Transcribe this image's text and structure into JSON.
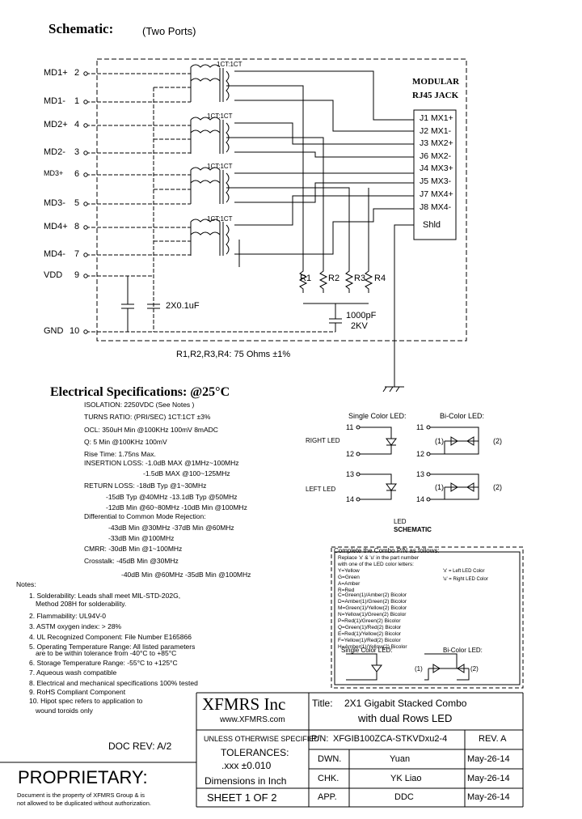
{
  "schematic": {
    "title": "Schematic:",
    "subtitle": "(Two Ports)",
    "jack_title_1": "MODULAR",
    "jack_title_2": "RJ45 JACK",
    "pins_left": [
      {
        "name": "MD1+",
        "num": "2"
      },
      {
        "name": "MD1-",
        "num": "1"
      },
      {
        "name": "MD2+",
        "num": "4"
      },
      {
        "name": "MD2-",
        "num": "3"
      },
      {
        "name": "MD3+",
        "num": "6"
      },
      {
        "name": "MD3-",
        "num": "5"
      },
      {
        "name": "MD4+",
        "num": "8"
      },
      {
        "name": "MD4-",
        "num": "7"
      },
      {
        "name": "VDD",
        "num": "9"
      },
      {
        "name": "GND",
        "num": "10"
      }
    ],
    "jack_pins": [
      "J1 MX1+",
      "J2 MX1-",
      "J3 MX2+",
      "J6 MX2-",
      "J4 MX3+",
      "J5 MX3-",
      "J7 MX4+",
      "J8 MX4-"
    ],
    "shield": "Shld",
    "transformer_labels": [
      "1CT:1CT",
      "1CT:1CT",
      "1CT:1CT",
      "1CT:1CT"
    ],
    "resistors": [
      "R1",
      "R2",
      "R3",
      "R4"
    ],
    "cap_label": "2X0.1uF",
    "hv_cap_1": "1000pF",
    "hv_cap_2": "2KV",
    "resistor_note": "R1,R2,R3,R4: 75 Ohms ±1%"
  },
  "electrical": {
    "title": "Electrical Specifications: @25°C",
    "lines": [
      "ISOLATION: 2250VDC (See Notes )",
      "TURNS RATIO: (PRI/SEC) 1CT:1CT ±3%",
      "OCL: 350uH Min @100KHz 100mV 8mADC",
      "Q: 5 Min @100KHz 100mV",
      "Rise Time: 1.75ns Max.",
      "INSERTION LOSS: -1.0dB MAX @1MHz~100MHz",
      "-1.5dB MAX @100~125MHz",
      "RETURN LOSS: -18dB Typ @1~30MHz",
      "-15dB Typ @40MHz -13.1dB Typ @50MHz",
      "-12dB Min @60~80MHz -10dB Min @100MHz",
      "Differential to Common Mode Rejection:",
      "-43dB Min @30MHz -37dB Min @60MHz",
      "-33dB Min @100MHz",
      "CMRR: -30dB Min @1~100MHz",
      "Crosstalk: -45dB Min @30MHz",
      "-40dB Min @60MHz -35dB Min @100MHz"
    ]
  },
  "notes": {
    "title": "Notes:",
    "lines": [
      "1. Solderability: Leads shall meet MIL-STD-202G,",
      "Method 208H for solderability.",
      "2. Flammability: UL94V-0",
      "3. ASTM oxygen index: > 28%",
      "4. UL Recognized Component: File Number E165866",
      "5. Operating Temperature Range: All listed parameters",
      "are to be within tolerance from -40°C to +85°C",
      "6. Storage Temperature Range: -55°C to +125°C",
      "7. Aqueous wash compatible",
      "8. Electrical and mechanical specifications 100% tested",
      "9. RoHS Compliant Component",
      "10. Hipot spec refers to application to",
      "wound toroids only"
    ]
  },
  "led": {
    "single_title": "Single Color LED:",
    "bicolor_title": "Bi-Color LED:",
    "right_led": "RIGHT LED",
    "left_led": "LEFT LED",
    "pins": [
      "11",
      "12",
      "13",
      "14"
    ],
    "bicolor_1": "(1)",
    "bicolor_2": "(2)",
    "schematic_title_1": "LED",
    "schematic_title_2": "SCHEMATIC"
  },
  "combo": {
    "title": "Complete the Combo P/N as follows:",
    "lines": [
      "Replace 'x' & 'u' in the part number",
      "with one of the LED color letters:",
      "Y=Yellow",
      "G=Green",
      "A=Amber",
      "R=Red",
      "C=Green(1)/Amber(2) Bicolor",
      "D=Amber(1)/Green(2) Bicolor",
      "M=Green(1)/Yellow(2) Bicolor",
      "N=Yellow(1)/Green(2) Bicolor",
      "P=Red(1)/Green(2) Bicolor",
      "Q=Green(1)/Red(2) Bicolor",
      "E=Red(1)/Yellow(2) Bicolor",
      "F=Yellow(1)/Red(2) Bicolor",
      "H=Amber(1)/Yellow(2) Bicolor"
    ],
    "x_note": "'x' = Left LED Color",
    "u_note": "'u' = Right LED Color",
    "single_title": "Single Color LED:",
    "bicolor_title": "Bi-Color LED:",
    "bicolor_1": "(1)",
    "bicolor_2": "(2)"
  },
  "title_block": {
    "company": "XFMRS Inc",
    "website": "www.XFMRS.com",
    "title_label": "Title:",
    "title_1": "2X1 Gigabit Stacked Combo",
    "title_2": "with dual Rows LED",
    "unless": "UNLESS OTHERWISE SPECIFIED",
    "tolerances": "TOLERANCES:",
    "tol_value": ".xxx ±0.010",
    "dimensions": "Dimensions in Inch",
    "pn_label": "P/N:",
    "pn": "XFGIB100ZCA-STKVDxu2-4",
    "rev": "REV. A",
    "dwn_label": "DWN.",
    "dwn": "Yuan",
    "dwn_date": "May-26-14",
    "chk_label": "CHK.",
    "chk": "YK Liao",
    "chk_date": "May-26-14",
    "app_label": "APP.",
    "app": "DDC",
    "app_date": "May-26-14",
    "sheet": "SHEET 1 OF 2",
    "doc_rev": "DOC REV: A/2",
    "proprietary": "PROPRIETARY:",
    "prop_note_1": "Document is the property of XFMRS Group & is",
    "prop_note_2": "not allowed to be duplicated without authorization."
  }
}
